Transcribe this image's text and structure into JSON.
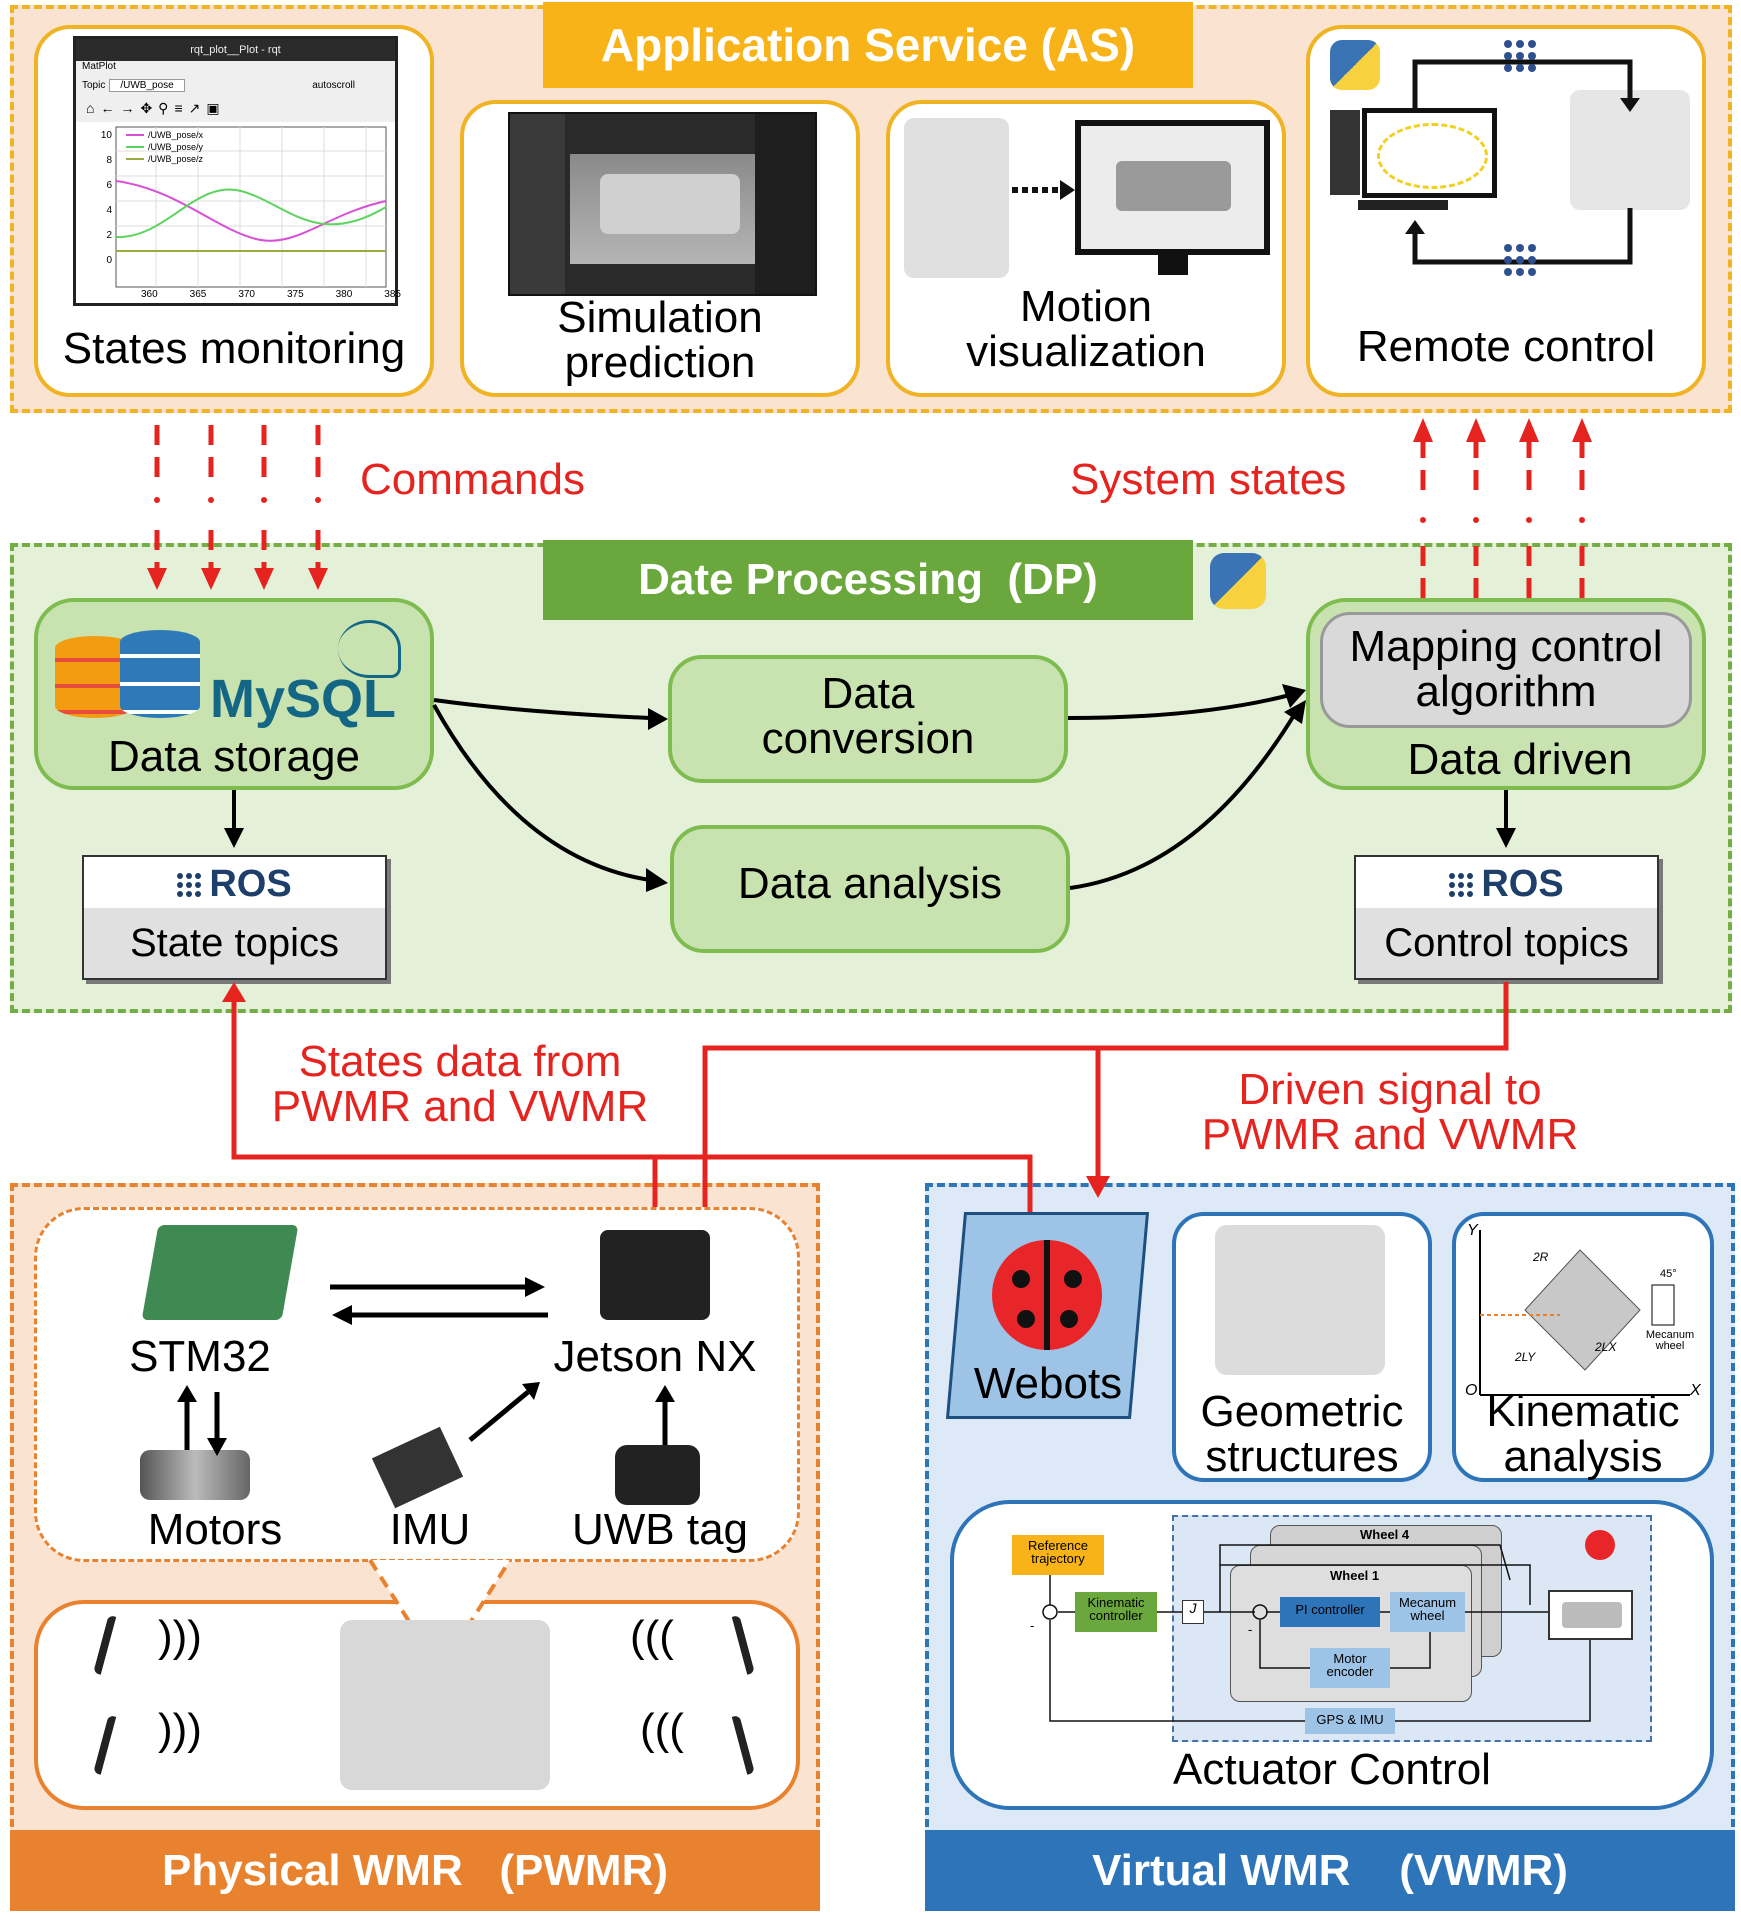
{
  "application_service": {
    "title": "Application Service (AS)",
    "states_monitoring": "States monitoring",
    "simulation_prediction": "Simulation\nprediction",
    "motion_visualization": "Motion\nvisualization",
    "remote_control": "Remote control",
    "plot_window": {
      "title": "rqt_plot__Plot - rqt",
      "tab": "MatPlot",
      "topic_label": "Topic",
      "topic_value": "/UWB_pose",
      "autoscroll": "autoscroll",
      "legend": [
        "/UWB_pose/x",
        "/UWB_pose/y",
        "/UWB_pose/z"
      ],
      "y_ticks": [
        "10",
        "8",
        "6",
        "4",
        "2",
        "0"
      ],
      "x_ticks": [
        "360",
        "365",
        "370",
        "375",
        "380",
        "385"
      ]
    }
  },
  "arrows": {
    "commands": "Commands",
    "system_states": "System states",
    "states_data": "States data from\nPWMR and VWMR",
    "driven_signal": "Driven signal to\nPWMR and VWMR"
  },
  "data_processing": {
    "title": "Date Processing  (DP)",
    "mysql_logo": "MySQL",
    "data_storage": "Data storage",
    "data_conversion": "Data\nconversion",
    "data_analysis": "Data analysis",
    "mapping_algorithm": "Mapping control\nalgorithm",
    "data_driven": "Data driven",
    "ros_logo": "ROS",
    "state_topics": "State topics",
    "control_topics": "Control topics"
  },
  "physical_wmr": {
    "title": "Physical WMR   (PWMR)",
    "stm32": "STM32",
    "jetson": "Jetson NX",
    "motors": "Motors",
    "imu": "IMU",
    "uwb_tag": "UWB tag"
  },
  "virtual_wmr": {
    "title": "Virtual WMR    (VWMR)",
    "webots": "Webots",
    "geometric": "Geometric\nstructures",
    "kinematic": "Kinematic\nanalysis",
    "actuator_control": "Actuator Control",
    "kin_labels": {
      "yv": "Y",
      "ov": "O",
      "xv": "X",
      "two_r": "2R",
      "two_ly": "2LY",
      "two_lx": "2LX",
      "mecanum_wheel": "Mecanum\nwheel",
      "angle": "45°"
    },
    "control_diagram": {
      "reference": "Reference\ntrajectory",
      "kinematic_controller": "Kinematic\ncontroller",
      "j": "J",
      "wheel4": "Wheel 4",
      "wheel1": "Wheel 1",
      "pi_controller": "PI controller",
      "mecanum_wheel": "Mecanum\nwheel",
      "motor_encoder": "Motor\nencoder",
      "gps_imu": "GPS & IMU"
    }
  },
  "colors": {
    "as_fill": "#fbe3d2",
    "as_border": "#f0b323",
    "dp_fill": "#e4f0d8",
    "dp_border": "#74ad44",
    "pwmr_border": "#e9822f",
    "vwmr_border": "#2e74b8",
    "arrow_red": "#e52420"
  }
}
